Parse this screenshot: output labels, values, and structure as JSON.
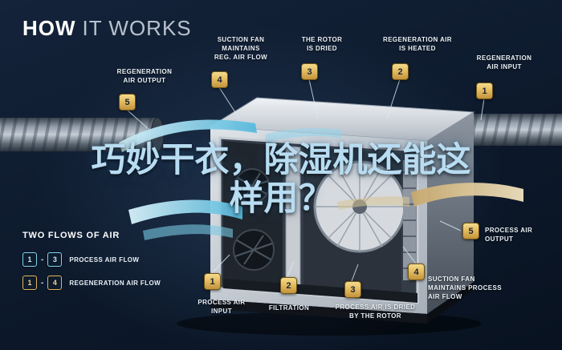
{
  "title": {
    "bold": "HOW",
    "light": "IT WORKS"
  },
  "overlay_text": {
    "line1": "巧妙干衣，除湿机还能这",
    "line2": "样用？"
  },
  "callouts": [
    {
      "num": "5",
      "label": "REGENERATION\nAIR OUTPUT"
    },
    {
      "num": "4",
      "label": "SUCTION FAN\nMAINTAINS\nREG. AIR FLOW"
    },
    {
      "num": "3",
      "label": "THE ROTOR\nIS DRIED"
    },
    {
      "num": "2",
      "label": "REGENERATION AIR\nIS HEATED"
    },
    {
      "num": "1",
      "label": "REGENERATION\nAIR INPUT"
    },
    {
      "num": "5",
      "label": "PROCESS AIR\nOUTPUT"
    },
    {
      "num": "4",
      "label": "SUCTION FAN\nMAINTAINS PROCESS\nAIR FLOW"
    },
    {
      "num": "3",
      "label": "PROCESS AIR IS DRIED\nBY THE ROTOR"
    },
    {
      "num": "2",
      "label": "FILTRATION"
    },
    {
      "num": "1",
      "label": "PROCESS AIR\nINPUT"
    }
  ],
  "legend": {
    "heading": "TWO FLOWS OF AIR",
    "rows": [
      {
        "start": "1",
        "separator": "-",
        "end": "3",
        "label": "PROCESS AIR FLOW"
      },
      {
        "start": "1",
        "separator": "-",
        "end": "4",
        "label": "REGENERATION AIR FLOW"
      }
    ]
  },
  "colors": {
    "background": "#0e1b2e",
    "accent_cyan": "#7fd4ef",
    "accent_gold": "#e3b75c",
    "label_text": "#eaf1f7",
    "overlay_blue": "#b8dcf1"
  }
}
